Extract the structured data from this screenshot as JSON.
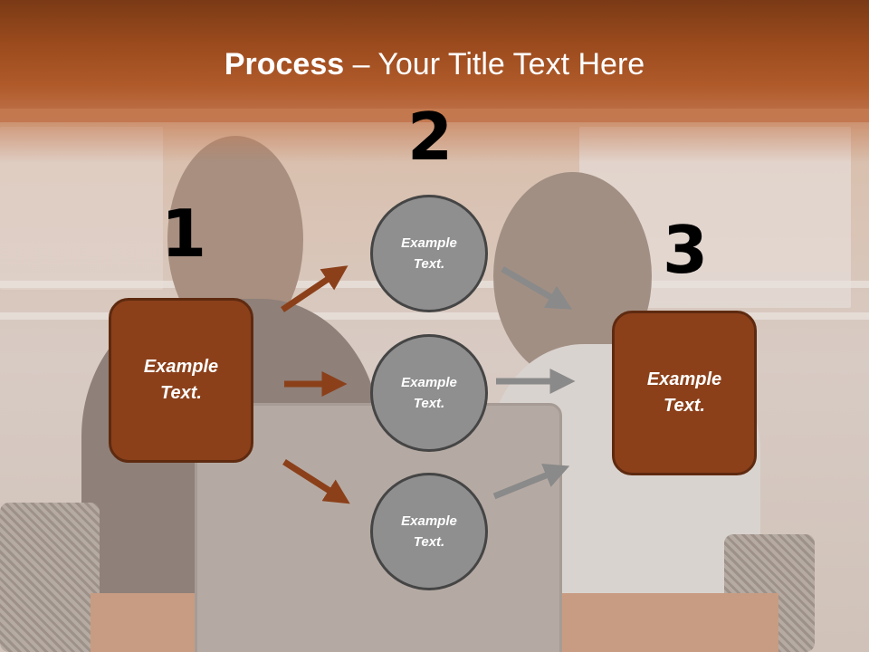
{
  "title": {
    "bold": "Process",
    "rest": " – Your Title Text Here"
  },
  "steps": [
    {
      "number": "1",
      "label": "Example\nText."
    },
    {
      "number": "2"
    },
    {
      "number": "3",
      "label": "Example\nText."
    }
  ],
  "circles": [
    {
      "line1": "Example",
      "line2": "Text."
    },
    {
      "line1": "Example",
      "line2": "Text."
    },
    {
      "line1": "Example",
      "line2": "Text."
    }
  ],
  "box_left": {
    "line1": "Example",
    "line2": "Text."
  },
  "box_right": {
    "line1": "Example",
    "line2": "Text."
  },
  "colors": {
    "brand_brown": "#8b401a",
    "arrow_brown": "#8b401a",
    "arrow_gray": "#8a8a8a",
    "circle_fill": "#8f8f8f",
    "header": "#9a4a1d"
  }
}
